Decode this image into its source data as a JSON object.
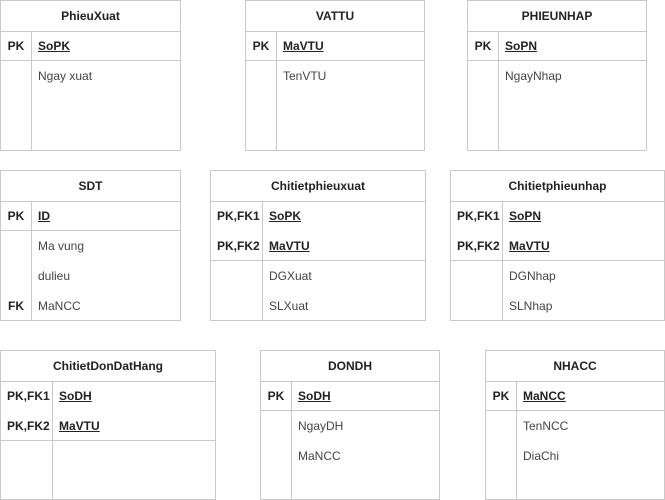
{
  "entities": [
    {
      "title": "PhieuXuat",
      "rows": [
        {
          "keys": "PK",
          "attr": "SoPK",
          "pk": true
        },
        {
          "keys": "",
          "attr": "Ngay xuat",
          "pk": false
        }
      ]
    },
    {
      "title": "VATTU",
      "rows": [
        {
          "keys": "PK",
          "attr": "MaVTU",
          "pk": true
        },
        {
          "keys": "",
          "attr": "TenVTU",
          "pk": false
        }
      ]
    },
    {
      "title": "PHIEUNHAP",
      "rows": [
        {
          "keys": "PK",
          "attr": "SoPN",
          "pk": true
        },
        {
          "keys": "",
          "attr": "NgayNhap",
          "pk": false
        }
      ]
    },
    {
      "title": "SDT",
      "rows": [
        {
          "keys": "PK",
          "attr": "ID",
          "pk": true
        },
        {
          "keys": "",
          "attr": "Ma vung",
          "pk": false
        },
        {
          "keys": "",
          "attr": "dulieu",
          "pk": false
        },
        {
          "keys": "FK",
          "attr": "MaNCC",
          "pk": false
        }
      ]
    },
    {
      "title": "Chitietphieuxuat",
      "rows": [
        {
          "keys": "PK,FK1",
          "attr": "SoPK",
          "pk": true
        },
        {
          "keys": "PK,FK2",
          "attr": "MaVTU",
          "pk": true
        },
        {
          "keys": "",
          "attr": "DGXuat",
          "pk": false
        },
        {
          "keys": "",
          "attr": "SLXuat",
          "pk": false
        }
      ]
    },
    {
      "title": "Chitietphieunhap",
      "rows": [
        {
          "keys": "PK,FK1",
          "attr": "SoPN",
          "pk": true
        },
        {
          "keys": "PK,FK2",
          "attr": "MaVTU",
          "pk": true
        },
        {
          "keys": "",
          "attr": "DGNhap",
          "pk": false
        },
        {
          "keys": "",
          "attr": "SLNhap",
          "pk": false
        }
      ]
    },
    {
      "title": "ChitietDonDatHang",
      "rows": [
        {
          "keys": "PK,FK1",
          "attr": "SoDH",
          "pk": true
        },
        {
          "keys": "PK,FK2",
          "attr": "MaVTU",
          "pk": true
        }
      ]
    },
    {
      "title": "DONDH",
      "rows": [
        {
          "keys": "PK",
          "attr": "SoDH",
          "pk": true
        },
        {
          "keys": "",
          "attr": "NgayDH",
          "pk": false
        },
        {
          "keys": "",
          "attr": "MaNCC",
          "pk": false
        }
      ]
    },
    {
      "title": "NHACC",
      "rows": [
        {
          "keys": "PK",
          "attr": "MaNCC",
          "pk": true
        },
        {
          "keys": "",
          "attr": "TenNCC",
          "pk": false
        },
        {
          "keys": "",
          "attr": "DiaChi",
          "pk": false
        }
      ]
    }
  ]
}
